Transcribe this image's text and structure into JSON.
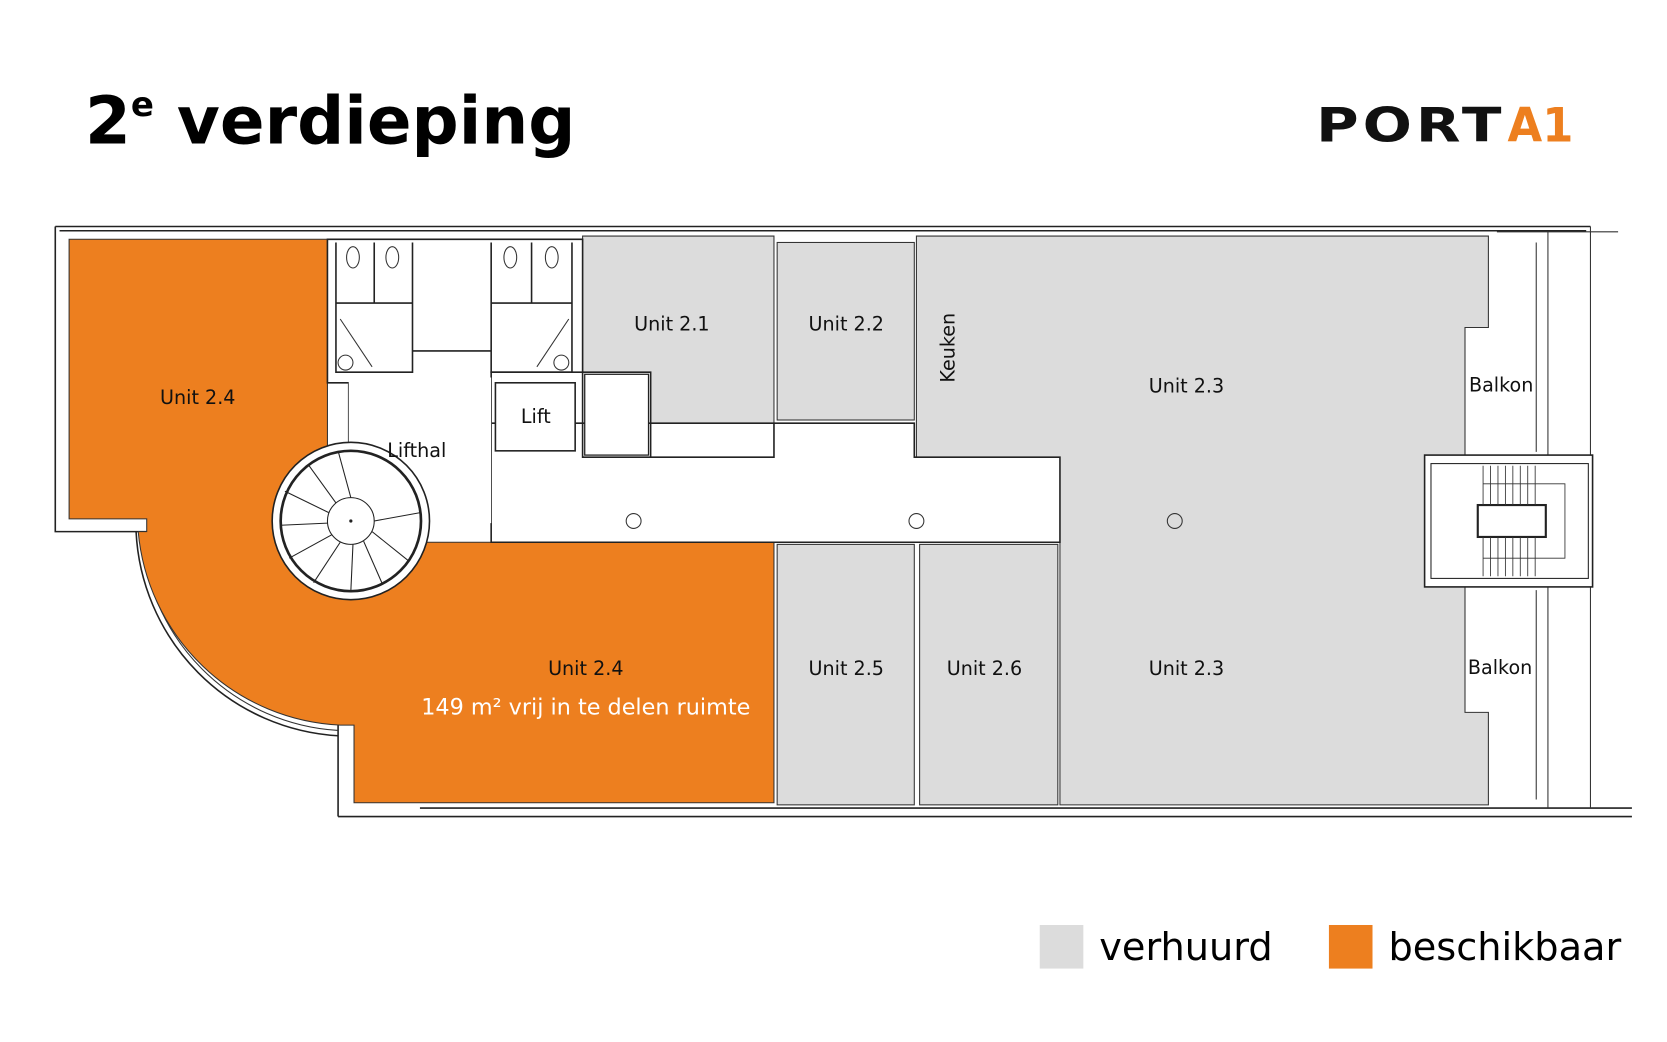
{
  "header": {
    "title_main": "2",
    "title_sup": "e",
    "title_rest": " verdieping"
  },
  "logo": {
    "text_black": "PORT",
    "text_orange": "A1"
  },
  "colors": {
    "available": "#ED7F1F",
    "rented": "#DCDCDC",
    "logo_black": "#111111"
  },
  "rooms": {
    "unit_2_4_top": "Unit 2.4",
    "unit_2_4_bottom": "Unit 2.4",
    "unit_2_4_note": "149 m² vrij in te delen ruimte",
    "unit_2_1": "Unit 2.1",
    "unit_2_2": "Unit 2.2",
    "unit_2_3_top": "Unit 2.3",
    "unit_2_3_bottom": "Unit 2.3",
    "unit_2_5": "Unit 2.5",
    "unit_2_6": "Unit 2.6",
    "keuken": "Keuken",
    "lifthal": "Lifthal",
    "lift": "Lift",
    "balkon_top": "Balkon",
    "balkon_bottom": "Balkon"
  },
  "legend": {
    "rented": "verhuurd",
    "available": "beschikbaar"
  }
}
